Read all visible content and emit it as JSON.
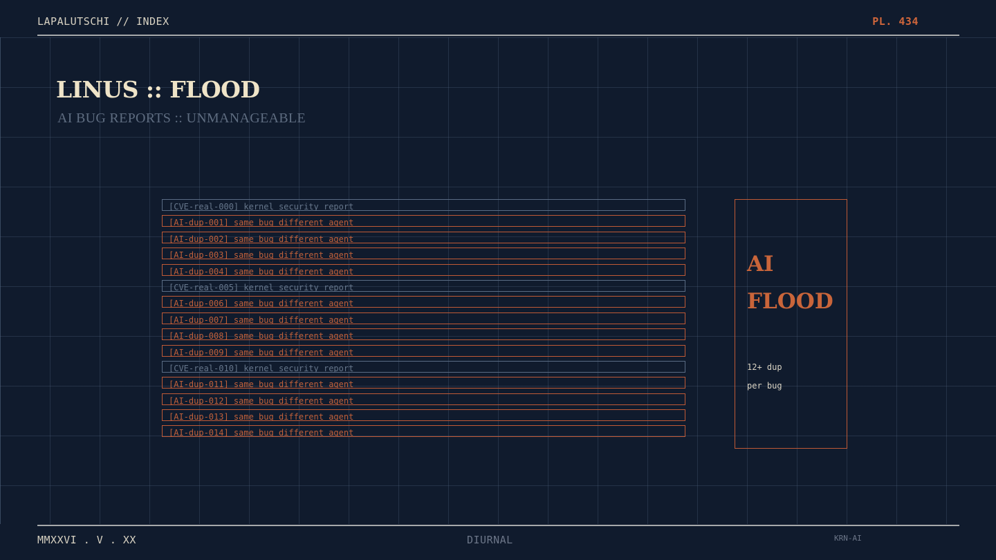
{
  "header": {
    "left": "LAPALUTSCHI // INDEX",
    "right": "PL. 434"
  },
  "title": "LINUS :: FLOOD",
  "subtitle": "AI BUG REPORTS :: UNMANAGEABLE",
  "reports": [
    {
      "text": "[CVE-real-000] kernel security report",
      "kind": "real"
    },
    {
      "text": "[AI-dup-001] same bug different agent",
      "kind": "dup"
    },
    {
      "text": "[AI-dup-002] same bug different agent",
      "kind": "dup"
    },
    {
      "text": "[AI-dup-003] same bug different agent",
      "kind": "dup"
    },
    {
      "text": "[AI-dup-004] same bug different agent",
      "kind": "dup"
    },
    {
      "text": "[CVE-real-005] kernel security report",
      "kind": "real"
    },
    {
      "text": "[AI-dup-006] same bug different agent",
      "kind": "dup"
    },
    {
      "text": "[AI-dup-007] same bug different agent",
      "kind": "dup"
    },
    {
      "text": "[AI-dup-008] same bug different agent",
      "kind": "dup"
    },
    {
      "text": "[AI-dup-009] same bug different agent",
      "kind": "dup"
    },
    {
      "text": "[CVE-real-010] kernel security report",
      "kind": "real"
    },
    {
      "text": "[AI-dup-011] same bug different agent",
      "kind": "dup"
    },
    {
      "text": "[AI-dup-012] same bug different agent",
      "kind": "dup"
    },
    {
      "text": "[AI-dup-013] same bug different agent",
      "kind": "dup"
    },
    {
      "text": "[AI-dup-014] same bug different agent",
      "kind": "dup"
    }
  ],
  "callout": {
    "word1": "AI",
    "word2": "FLOOD",
    "stat_line1": "12+ dup",
    "stat_line2": "per bug"
  },
  "footer": {
    "left": "MMXXVI . V . XX",
    "center": "DIURNAL",
    "right": "KRN-AI"
  },
  "colors": {
    "background": "#101b2d",
    "accent": "#c9653a",
    "muted": "#5e6c80",
    "cream": "#efe4c8"
  }
}
